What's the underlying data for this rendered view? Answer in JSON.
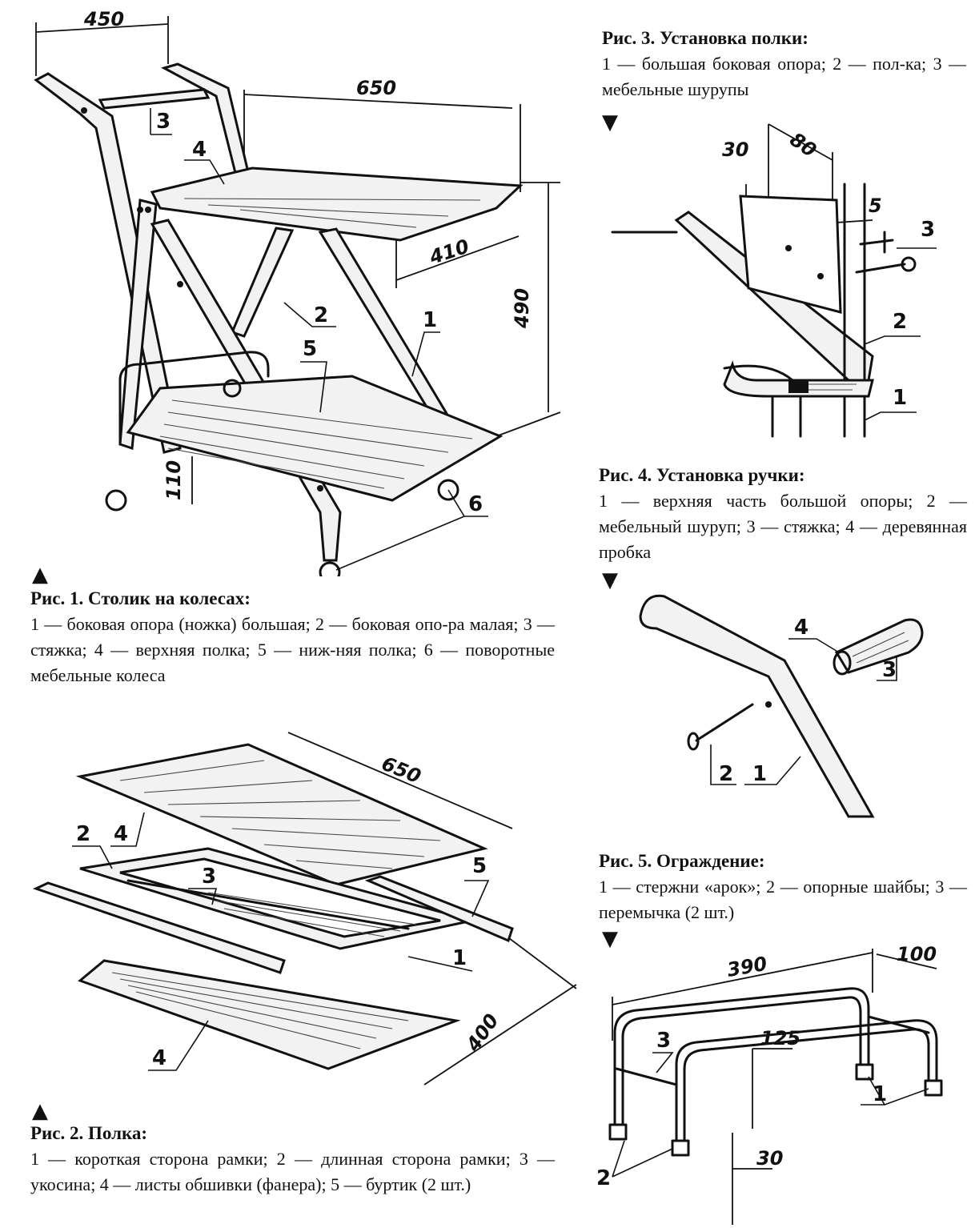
{
  "fig1": {
    "title": "Рис. 1. Столик на колесах:",
    "text": "1 — боковая опора (ножка) большая; 2 — боковая опо-ра малая; 3 — стяжка; 4 — верхняя полка; 5 — ниж-няя полка; 6 — поворотные мебельные колеса",
    "dims": {
      "d450": "450",
      "d650": "650",
      "d410": "410",
      "d490": "490",
      "d110": "110"
    },
    "labels": {
      "l1": "1",
      "l2": "2",
      "l3": "3",
      "l4": "4",
      "l5": "5",
      "l6": "6"
    }
  },
  "fig2": {
    "title": "Рис. 2. Полка:",
    "text": "1 — короткая сторона рамки; 2 — длинная сторона рамки; 3 — укосина; 4 — листы обшивки (фанера); 5 — буртик (2 шт.)",
    "dims": {
      "d650": "650",
      "d400": "400"
    },
    "labels": {
      "l1": "1",
      "l2": "2",
      "l3": "3",
      "l4a": "4",
      "l4b": "4",
      "l5": "5"
    }
  },
  "fig3": {
    "title": "Рис. 3. Установка полки:",
    "text": "1 — большая боковая опора; 2 — пол-ка; 3 — мебельные шурупы",
    "dims": {
      "d30": "30",
      "d80": "80",
      "d5": "5"
    },
    "labels": {
      "l1": "1",
      "l2": "2",
      "l3": "3"
    }
  },
  "fig4": {
    "title": "Рис. 4. Установка ручки:",
    "text": "1 — верхняя часть большой опоры; 2 — мебельный шуруп; 3 — стяжка; 4 — деревянная пробка",
    "labels": {
      "l1": "1",
      "l2": "2",
      "l3": "3",
      "l4": "4"
    }
  },
  "fig5": {
    "title": "Рис. 5. Ограждение:",
    "text": "1 — стержни «арок»; 2 — опорные шайбы; 3 — перемычка (2 шт.)",
    "dims": {
      "d390": "390",
      "d100": "100",
      "d125": "125",
      "d30": "30"
    },
    "labels": {
      "l1": "1",
      "l2": "2",
      "l3": "3"
    }
  },
  "markers": {
    "up": "▲",
    "down": "▼"
  }
}
